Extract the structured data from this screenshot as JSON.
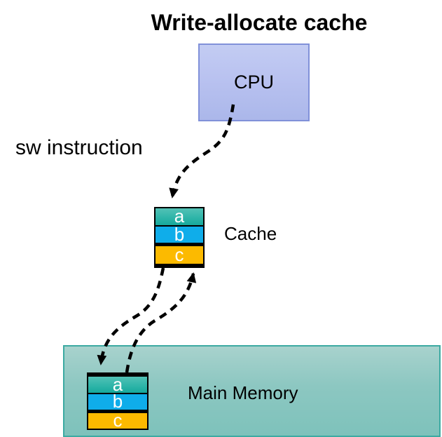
{
  "title": "Write-allocate cache",
  "labels": {
    "sw_instruction": "sw instruction",
    "cpu": "CPU",
    "cache": "Cache",
    "main_memory": "Main Memory"
  },
  "blocks": {
    "letters": [
      "a",
      "b",
      "c"
    ]
  },
  "arrows": [
    {
      "name": "cpu-to-cache-arrow",
      "style": "dashed",
      "from": "CPU",
      "to": "Cache",
      "direction": "down"
    },
    {
      "name": "cache-to-memory-arrow",
      "style": "dashed",
      "from": "Cache",
      "to": "Main Memory",
      "direction": "down"
    },
    {
      "name": "memory-to-cache-arrow",
      "style": "dashed",
      "from": "Main Memory",
      "to": "Cache",
      "direction": "up"
    }
  ],
  "colors": {
    "block_a": "#2fb5a9",
    "block_b": "#0fadea",
    "block_c": "#fcba00",
    "cpu_fill": "#b9c2f0",
    "cpu_border": "#8191d9",
    "memory_fill": "#8cc7c1",
    "memory_border": "#3caaa2",
    "arrow": "#000000",
    "text": "#000000"
  }
}
